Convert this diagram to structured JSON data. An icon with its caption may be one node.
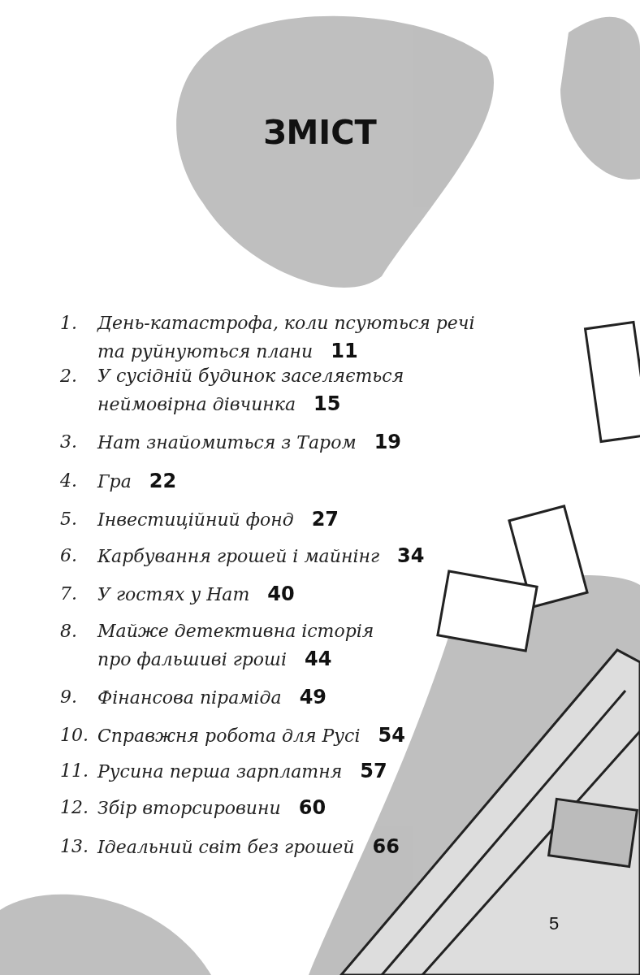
{
  "diagram": {
    "title": "ЗМІСТ",
    "labels": [
      "1.",
      "День-катастрофа, коли псуються речі та руйнуються плани",
      "11",
      "2.",
      "У сусідній будинок заселяється неймовірна дівчинка",
      "15",
      "3.",
      "Нат знайомиться з Таром",
      "19",
      "4.",
      "Гра",
      "22",
      "5.",
      "Інвестиційний фонд",
      "27",
      "6.",
      "Карбування грошей і майнінг",
      "34",
      "7.",
      "У гостях у Нат",
      "40",
      "8.",
      "Майже детективна історія про фальшиві гроші",
      "44",
      "9.",
      "Фінансова піраміда",
      "49",
      "10.",
      "Справжня робота для Русі",
      "54",
      "11.",
      "Русина перша зарплатня",
      "57",
      "12.",
      "Збір вторсировини",
      "60",
      "13.",
      "Ідеальний світ без грошей",
      "66",
      "5"
    ]
  }
}
